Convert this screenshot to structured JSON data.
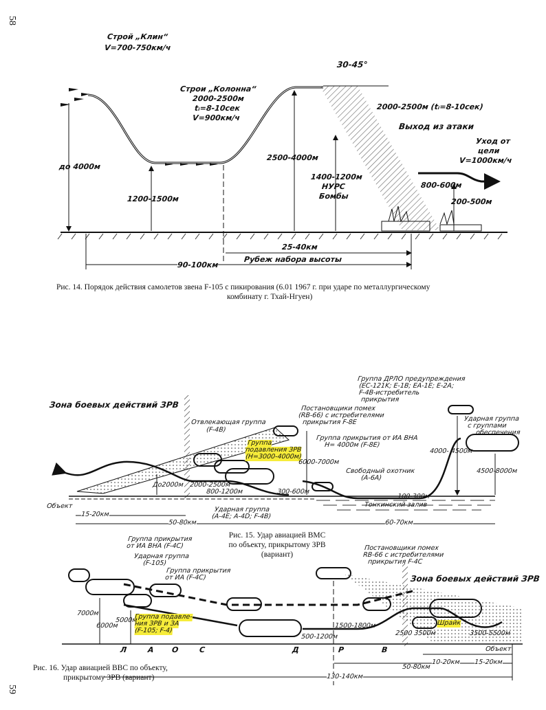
{
  "page_numbers": {
    "top": "58",
    "bottom": "59"
  },
  "fig14": {
    "caption_line1": "Рис. 14. Порядок действия самолетов звена F-105 с пикирования (6.01 1967 г. при ударе по металлургическому",
    "caption_line2": "комбинату г. Тхай-Нгуен)",
    "formation_wedge": "Строй „Клин“",
    "wedge_speed": "V=700-750км/ч",
    "formation_column": "Строи „Колонна“",
    "column_spacing": "2000-2500м",
    "column_interval": "tᵢ=8-10сек",
    "column_speed": "V=900км/ч",
    "alt_up_to": "до 4000м",
    "alt_low": "1200-1500м",
    "dive_angle": "30-45°",
    "alt_climb": "2500-4000м",
    "dive_spacing": "2000-2500м (tᵢ=8-10сек)",
    "release_alt": "1400-1200м",
    "weapon_rockets": "НУРС",
    "weapon_bombs": "Бомбы",
    "exit_attack": "Выход из атаки",
    "leave_target": "Уход от",
    "leave_target2": "цели",
    "leave_speed": "V=1000км/ч",
    "exit_alt": "800-600м",
    "leave_alt": "200-500м",
    "dist_climb": "25-40км",
    "climb_line": "Рубеж набора высоты",
    "dist_total": "90-100км"
  },
  "fig15": {
    "caption_line1": "Рис. 15. Удар авиацией ВМС",
    "caption_line2": "по объекту, прикрытому ЗРВ",
    "caption_line3": "(вариант)",
    "zone": "Зона боевых действий ЗРВ",
    "decoy_group": "Отвлекающая группа",
    "decoy_type": "(F-4B)",
    "suppress_group1": "Группа",
    "suppress_group2": "подавления ЗРВ",
    "suppress_group3": "(H=3000-4000м)",
    "jammers1": "Постановщики помех",
    "jammers2": "(RB-66) с истребителями",
    "jammers3": "прикрытия F-8E",
    "cover_group1": "Группа прикрытия от ИА ВНА",
    "cover_group2": "H= 4000м (F-8E)",
    "awacs1": "Группа ДРЛО предупреждения",
    "awacs2": "(EC-121K; E-1B; EA-1E; E-2A;",
    "awacs3": "F-4B-истребитель",
    "awacs4": "прикрытия",
    "strike_support1": "Ударная группа",
    "strike_support2": "с группами",
    "strike_support3": "обеспечения",
    "free_hunter1": "Свободный охотник",
    "free_hunter2": "(A-6A)",
    "strike_group1": "Ударная группа",
    "strike_group2": "(A-4E; A-4D; F-4B)",
    "alt_2000": "До2000м",
    "alt_2000_2500": "2000-2500м",
    "alt_800_1200": "800-1200м",
    "alt_300_600": "300-600м",
    "alt_6000_7000": "6000-7000м",
    "alt_4000_4500": "4000- 4500м",
    "alt_4500_8000": "4500-8000м",
    "alt_100_300": "100-300м",
    "gulf": "Тонкинский   залив",
    "target": "Объект",
    "dist_15_20": "15-20км",
    "dist_50_80": "50-80км",
    "dist_60_70": "60-70км"
  },
  "fig16": {
    "caption_line1": "Рис. 16. Удар авиацией ВВС по объекту,",
    "caption_line2": "прикрытому ЗРВ (вариант)",
    "cover_vna1": "Группа прикрытия",
    "cover_vna2": "от ИА ВНА (F-4C)",
    "strike1": "Ударная группа",
    "strike2": "(F-105)",
    "cover_ia1": "Группа прикрытия",
    "cover_ia2": "от ИА (F-4C)",
    "suppress1": "Группа подавле-",
    "suppress2": "ния ЗРВ и ЗА",
    "suppress3": "(F-105; F-4)",
    "jammers1": "Постановщики помех",
    "jammers2": "RB-66 с истребителями",
    "jammers3": "прикрытия F-4C",
    "zone": "Зона боевых действий ЗРВ",
    "shrike": "Шрайк",
    "alt_7000": "7000м",
    "alt_6000": "6000м",
    "alt_5000": "5000м",
    "alt_500_1200": "500-1200м",
    "alt_1500_1800": "1500-1800м",
    "alt_2500_3500": "2500 3500м",
    "alt_3500_5500": "3500-5500м",
    "ground_letters": [
      "Л",
      "А",
      "О",
      "С",
      "Д",
      "Р",
      "В"
    ],
    "target": "Объект",
    "dist_10_20": "10-20км",
    "dist_15_20": "15-20км",
    "dist_50_80": "50-80км",
    "dist_130_140": "130-140км"
  }
}
